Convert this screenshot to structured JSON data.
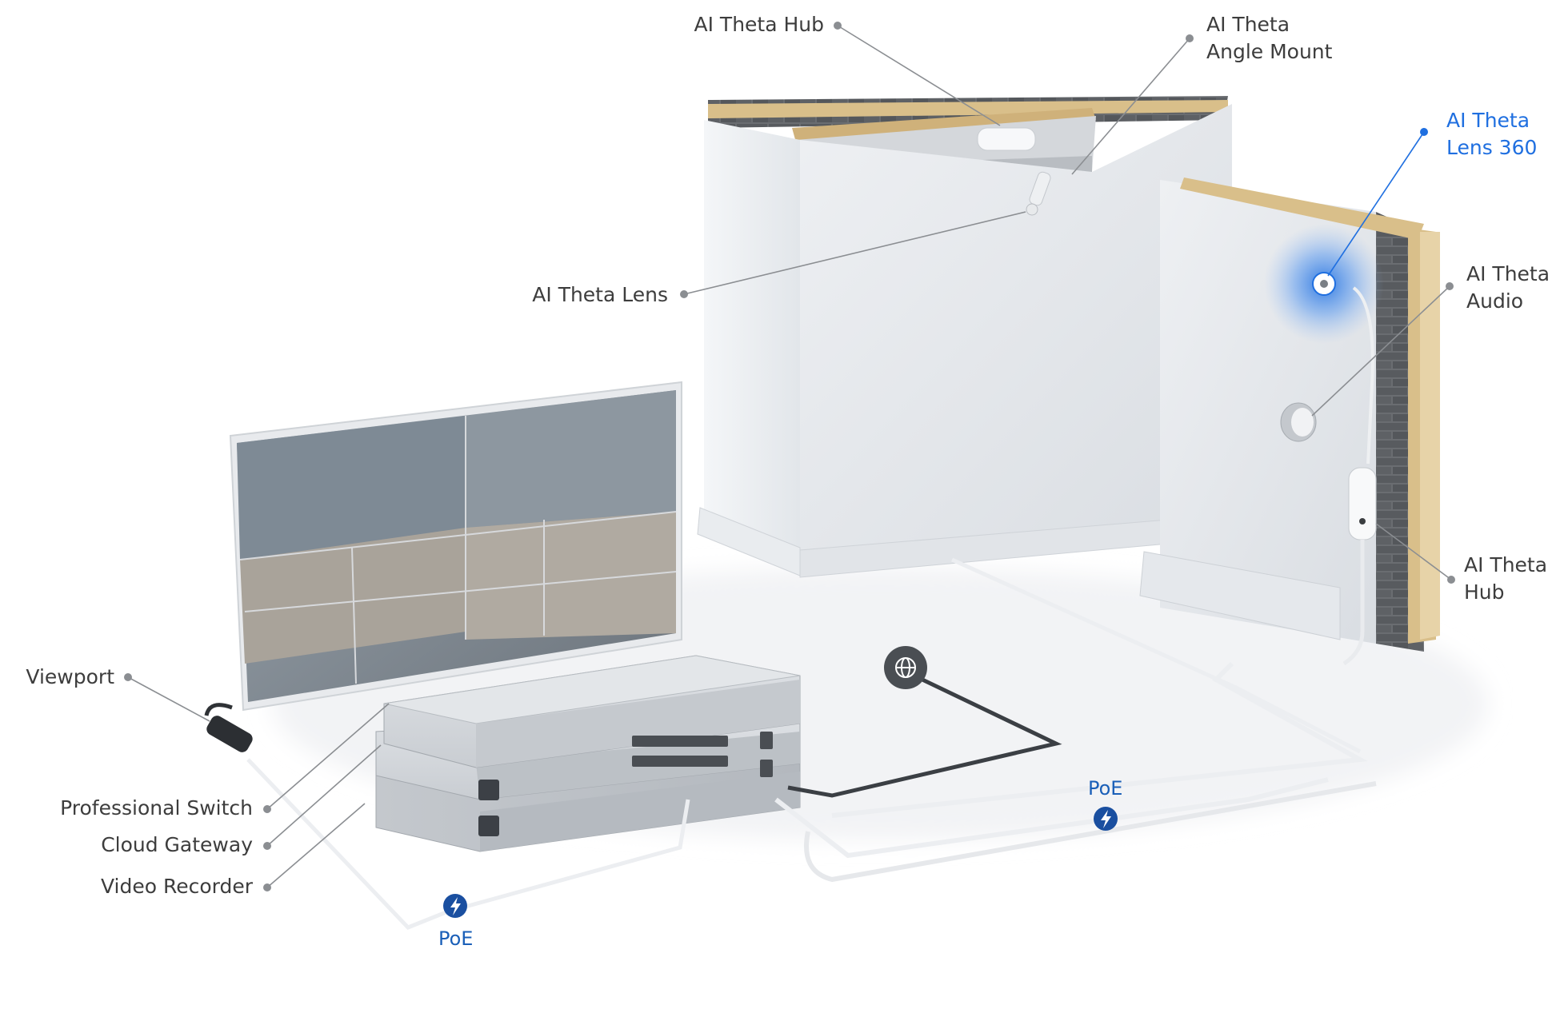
{
  "labels": {
    "hub_top": "AI Theta Hub",
    "angle_mount": [
      "AI Theta",
      "Angle Mount"
    ],
    "lens360": [
      "AI Theta",
      "Lens 360"
    ],
    "lens": "AI Theta Lens",
    "audio": [
      "AI Theta",
      "Audio"
    ],
    "hub_right": [
      "AI Theta",
      "Hub"
    ],
    "viewport": "Viewport",
    "pro_switch": "Professional Switch",
    "cloud_gateway": "Cloud Gateway",
    "video_recorder": "Video Recorder"
  },
  "poe": {
    "center": "PoE",
    "bottom": "PoE"
  },
  "colors": {
    "accent": "#1f6fe0",
    "label_text": "#3d3d3d",
    "poe_badge": "#1a4fa0",
    "wall": "#e8ebee",
    "brick": "#5a5d60",
    "wood": "#d9bf8a"
  },
  "icons": {
    "internet": "globe-icon",
    "poe": "lightning-bolt-icon"
  }
}
